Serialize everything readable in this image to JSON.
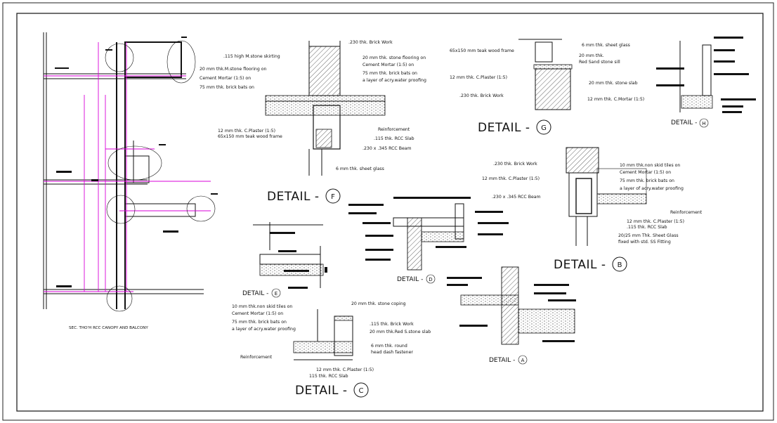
{
  "drawing": {
    "main_caption": "SEC. THO'H RCC CANOPY AND BALCONY"
  },
  "detail_f": {
    "title": "DETAIL -",
    "letter": "F",
    "labels": {
      "brick_work": ".230 thk. Brick Work",
      "skirting": ".115 high M.stone skirting",
      "stone_flooring": "20 mm thk. stone flooring on",
      "cement_mortar": "Cement Mortar (1:5) on",
      "brick_bats": "75 mm thk. brick bats on",
      "waterproofing": "a layer of acry.water proofing",
      "m_stone_flooring": "20 mm thk.M.stone flooring on",
      "cement_mortar_left": "Cement Mortar (1:5) on",
      "brick_bats_left": "75 mm thk. brick bats on",
      "reinforcement": "Reinforcement",
      "plaster": "12 mm thk. C.Plaster (1:5)",
      "frame": "65x150 mm teak wood frame",
      "rcc_slab": ".115 thk. RCC Slab",
      "rcc_beam": ".230 x .345 RCC Beam",
      "sheet_glass": "6 mm thk. sheet glass"
    }
  },
  "detail_g": {
    "title": "DETAIL -",
    "letter": "G",
    "labels": {
      "frame": "65x150 mm teak wood frame",
      "sheet_glass": "6 mm thk. sheet glass",
      "sill_1": "20 mm thk.",
      "sill_2": "Red Sand stone sill",
      "plaster": "12 mm thk. C.Plaster (1:5)",
      "stone_slab": "20 mm thk. stone slab",
      "brick_work": ".230 thk. Brick Work",
      "mortar": "12 mm thk. C.Mortar (1:5)"
    }
  },
  "detail_h": {
    "title": "DETAIL -",
    "letter": "H"
  },
  "detail_b": {
    "title": "DETAIL -",
    "letter": "B",
    "labels": {
      "brick_work": ".230 thk. Brick Work",
      "tiles": "10 mm thk.non skid tiles on",
      "cement_mortar": "Cement Mortar (1:5) on",
      "brick_bats": "75 mm thk. brick bats on",
      "waterproofing": "a layer of acry.water proofing",
      "plaster_left": "12 mm thk. C.Plaster (1:5)",
      "rcc_beam": ".230 x .345 RCC Beam",
      "reinforcement": "Reinforcement",
      "plaster": "12 mm thk. C.Plaster (1:5)",
      "rcc_slab": ".115 thk. RCC Slab",
      "glass_1": "20/25 mm Thk. Sheet Glass",
      "glass_2": "fixed with std. SS Fitting"
    }
  },
  "detail_e": {
    "title": "DETAIL -",
    "letter": "E"
  },
  "detail_d": {
    "title": "DETAIL -",
    "letter": "D"
  },
  "detail_a": {
    "title": "DETAIL -",
    "letter": "A"
  },
  "detail_c": {
    "title": "DETAIL -",
    "letter": "C",
    "labels": {
      "tiles": "10 mm thk.non skid tiles on",
      "cement_mortar": "Cement Mortar (1:5) on",
      "brick_bats": "75 mm thk. brick bats on",
      "waterproofing": "a layer of acry.water proofing",
      "coping": "20 mm thk. stone coping",
      "brick_work": ".115 thk. Brick Work",
      "red_slab": "20 mm thk.Red S.stone slab",
      "fastener_1": "6 mm thk. round",
      "fastener_2": "head dash fastener",
      "reinforcement": "Reinforcement",
      "plaster": "12 mm thk. C.Plaster (1:5)",
      "rcc_slab": "115 thk. RCC Slab"
    }
  },
  "colors": {
    "line": "#111111",
    "section": "#d800d8",
    "background": "#ffffff"
  }
}
